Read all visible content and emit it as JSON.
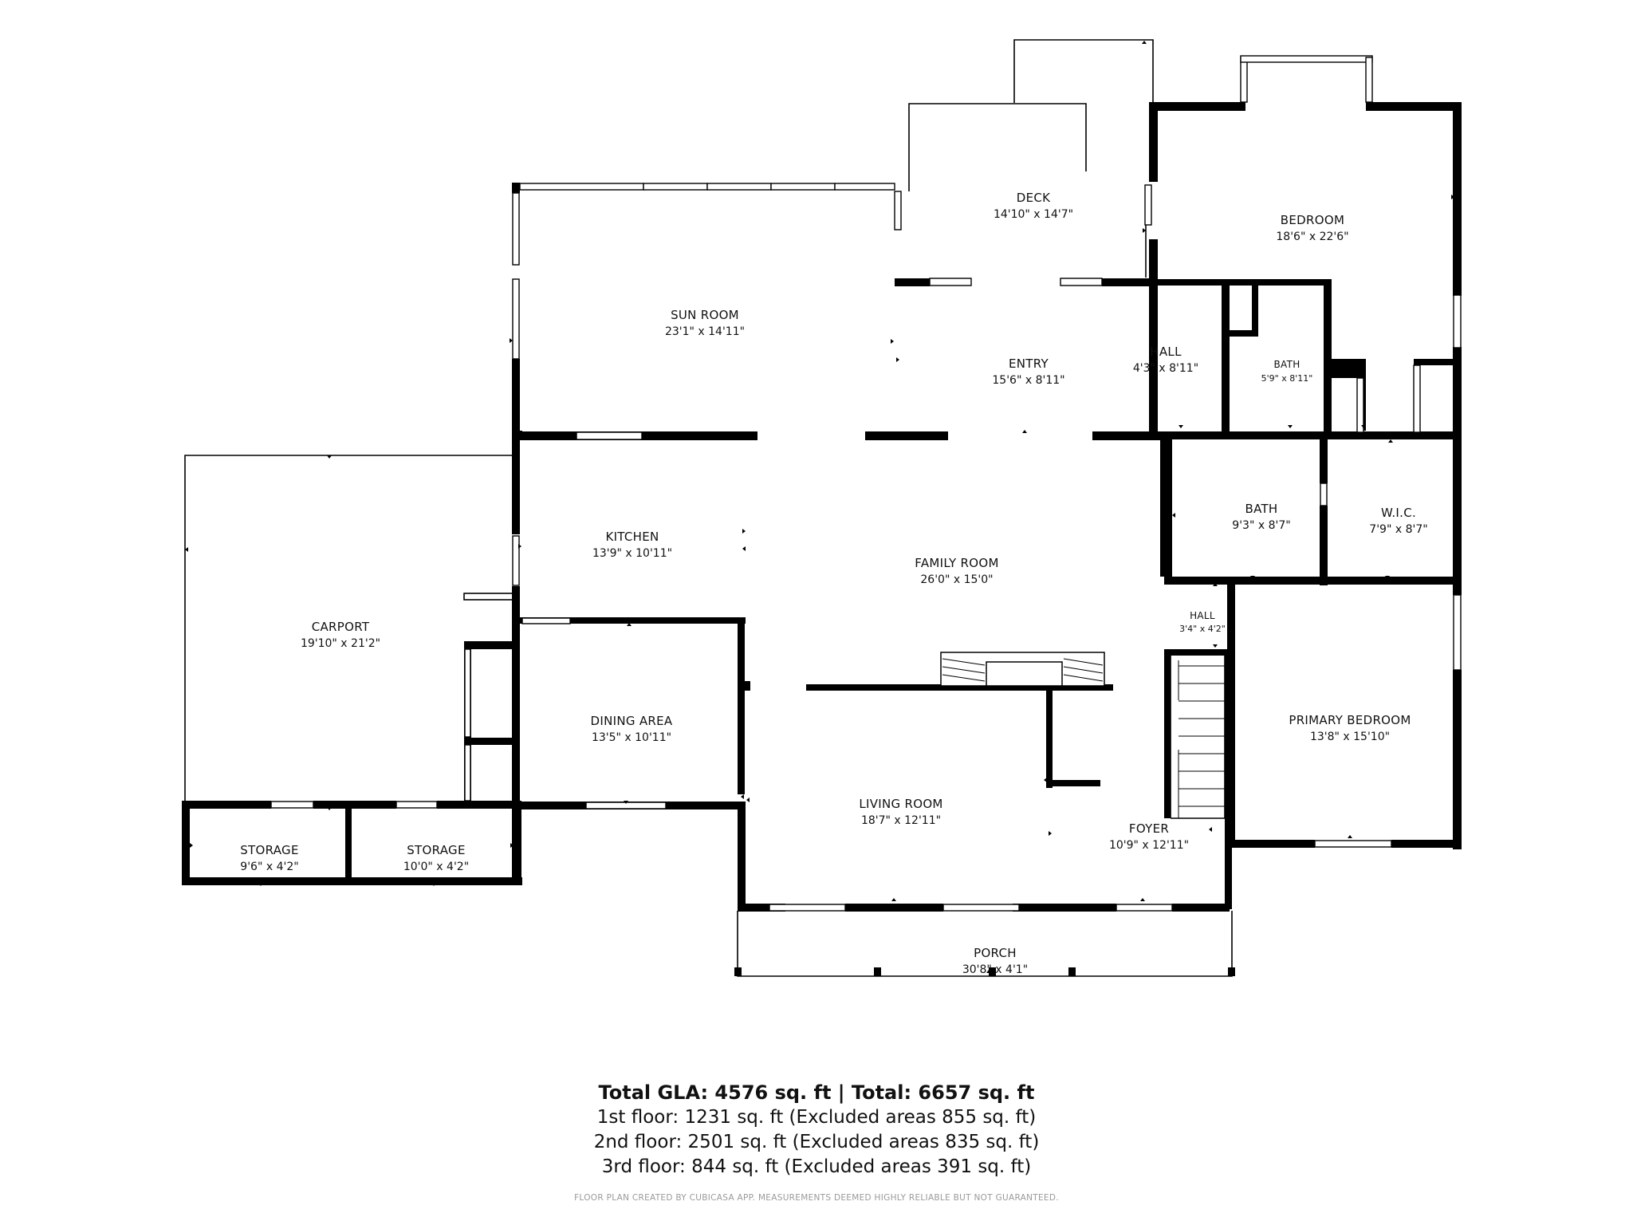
{
  "rooms": {
    "deck": {
      "name": "DECK",
      "dim": "14'10\" x 14'7\""
    },
    "bedroom": {
      "name": "BEDROOM",
      "dim": "18'6\" x 22'6\""
    },
    "sun_room": {
      "name": "SUN ROOM",
      "dim": "23'1\" x 14'11\""
    },
    "entry": {
      "name": "ENTRY",
      "dim": "15'6\" x 8'11\""
    },
    "hall_upper": {
      "name": "HALL",
      "dim": "4'3\" x 8'11\""
    },
    "bath_small": {
      "name": "BATH",
      "dim": "5'9\" x 8'11\""
    },
    "kitchen": {
      "name": "KITCHEN",
      "dim": "13'9\" x 10'11\""
    },
    "family_room": {
      "name": "FAMILY ROOM",
      "dim": "26'0\" x 15'0\""
    },
    "bath": {
      "name": "BATH",
      "dim": "9'3\" x 8'7\""
    },
    "wic": {
      "name": "W.I.C.",
      "dim": "7'9\" x 8'7\""
    },
    "carport": {
      "name": "CARPORT",
      "dim": "19'10\" x 21'2\""
    },
    "hall_small": {
      "name": "HALL",
      "dim": "3'4\" x 4'2\""
    },
    "dining_area": {
      "name": "DINING AREA",
      "dim": "13'5\" x 10'11\""
    },
    "primary_bedroom": {
      "name": "PRIMARY BEDROOM",
      "dim": "13'8\" x 15'10\""
    },
    "living_room": {
      "name": "LIVING ROOM",
      "dim": "18'7\" x 12'11\""
    },
    "foyer": {
      "name": "FOYER",
      "dim": "10'9\" x 12'11\""
    },
    "storage_1": {
      "name": "STORAGE",
      "dim": "9'6\" x 4'2\""
    },
    "storage_2": {
      "name": "STORAGE",
      "dim": "10'0\" x 4'2\""
    },
    "porch": {
      "name": "PORCH",
      "dim": "30'8\" x 4'1\""
    }
  },
  "summary": {
    "total": "Total GLA: 4576 sq. ft | Total: 6657 sq. ft",
    "floor1": "1st floor: 1231 sq. ft (Excluded areas 855 sq. ft)",
    "floor2": "2nd floor: 2501 sq. ft (Excluded areas 835 sq. ft)",
    "floor3": "3rd floor: 844 sq. ft (Excluded areas 391 sq. ft)"
  },
  "disclaimer": "FLOOR PLAN CREATED BY CUBICASA APP. MEASUREMENTS DEEMED HIGHLY RELIABLE BUT NOT GUARANTEED."
}
